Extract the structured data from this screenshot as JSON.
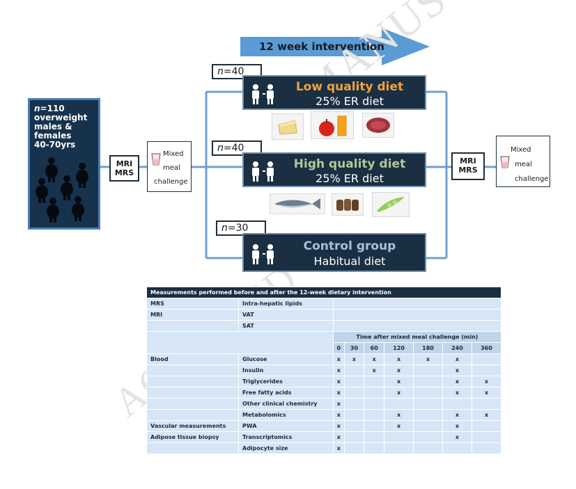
{
  "intervention_label": "12 week intervention",
  "cohort": {
    "n_label": "n",
    "n_value": "=110",
    "lines": [
      "overweight",
      "males &",
      "females",
      "40-70yrs"
    ]
  },
  "baseline": {
    "mri": "MRI",
    "mrs": "MRS"
  },
  "followup": {
    "mri": "MRI",
    "mrs": "MRS"
  },
  "meal_challenge": {
    "line1": "Mixed",
    "line2": "meal",
    "line3": "challenge"
  },
  "groups": [
    {
      "n_label": "n",
      "n_value": "=40",
      "title": "Low quality diet",
      "subtitle": "25% ER diet",
      "title_color": "#f2a33a",
      "foods": [
        "cheese",
        "apple-and-juice",
        "meat"
      ]
    },
    {
      "n_label": "n",
      "n_value": "=40",
      "title": "High quality diet",
      "subtitle": "25% ER diet",
      "title_color": "#b4c79a",
      "foods": [
        "fish",
        "bread",
        "vegetables"
      ]
    },
    {
      "n_label": "n",
      "n_value": "=30",
      "title": "Control group",
      "subtitle": "Habitual diet",
      "title_color": "#a9c1dc",
      "foods": []
    }
  ],
  "table": {
    "title": "Measurements performed before and after the 12-week dietary intervention",
    "time_header": "Time after mixed meal challenge (min)",
    "times": [
      "0",
      "30",
      "60",
      "120",
      "180",
      "240",
      "360"
    ],
    "pre_rows": [
      {
        "category": "MRS",
        "item": "Intra-hepatic lipids"
      },
      {
        "category": "MRI",
        "item": "VAT"
      },
      {
        "category": "",
        "item": "SAT"
      }
    ],
    "rows": [
      {
        "category": "Blood",
        "item": "Glucose",
        "marks": [
          "x",
          "x",
          "x",
          "x",
          "x",
          "x",
          ""
        ]
      },
      {
        "category": "",
        "item": "Insulin",
        "marks": [
          "x",
          "",
          "x",
          "x",
          "",
          "x",
          ""
        ]
      },
      {
        "category": "",
        "item": "Triglycerides",
        "marks": [
          "x",
          "",
          "",
          "x",
          "",
          "x",
          "x"
        ]
      },
      {
        "category": "",
        "item": "Free fatty acids",
        "marks": [
          "x",
          "",
          "",
          "x",
          "",
          "x",
          "x"
        ]
      },
      {
        "category": "",
        "item": "Other clinical chemistry",
        "marks": [
          "x",
          "",
          "",
          "",
          "",
          "",
          ""
        ]
      },
      {
        "category": "",
        "item": "Metabolomics",
        "marks": [
          "x",
          "",
          "",
          "x",
          "",
          "x",
          "x"
        ]
      },
      {
        "category": "Vascular measurements",
        "item": "PWA",
        "marks": [
          "x",
          "",
          "",
          "x",
          "",
          "x",
          ""
        ]
      },
      {
        "category": "Adipose tissue biopsy",
        "item": "Transcriptomics",
        "marks": [
          "x",
          "",
          "",
          "",
          "",
          "x",
          ""
        ]
      },
      {
        "category": "",
        "item": "Adipocyte size",
        "marks": [
          "x",
          "",
          "",
          "",
          "",
          "",
          ""
        ]
      }
    ]
  },
  "watermark": {
    "line1": "ACCEPTED",
    "line2": "MANUSCRIPT"
  },
  "colors": {
    "dark": "#1b2f42",
    "accent_blue": "#5b9bd5",
    "line_blue": "#6f9fce",
    "table_cell": "#d6e6f6"
  }
}
